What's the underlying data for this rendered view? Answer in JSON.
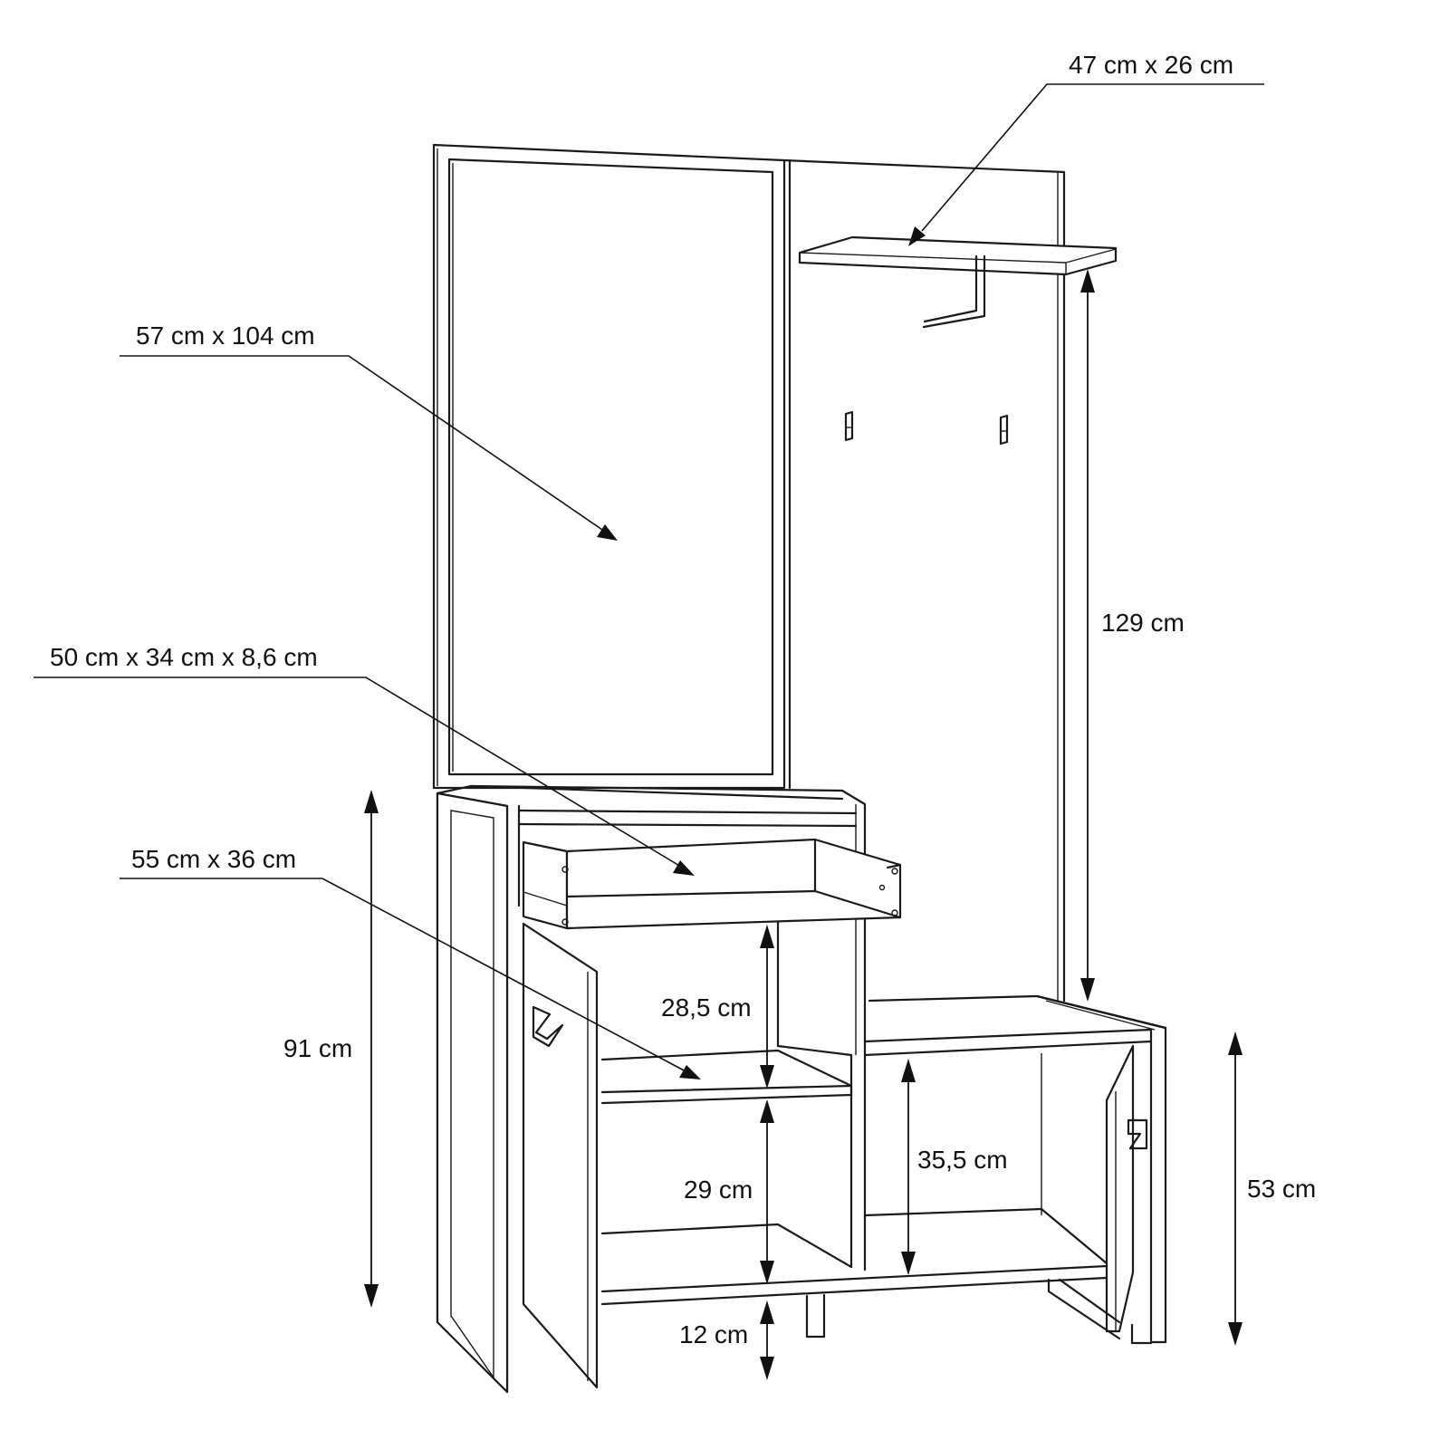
{
  "labels": {
    "shelf_top": "47 cm x 26 cm",
    "mirror": "57 cm x 104 cm",
    "drawer": "50 cm x 34 cm x 8,6 cm",
    "inner_shelf": "55 cm x 36 cm",
    "upper_compartment": "28,5 cm",
    "lower_compartment": "29 cm",
    "right_compartment": "35,5 cm",
    "leg_height": "12 cm",
    "cabinet_height": "91 cm",
    "right_cabinet_height": "53 cm",
    "panel_height": "129 cm"
  }
}
